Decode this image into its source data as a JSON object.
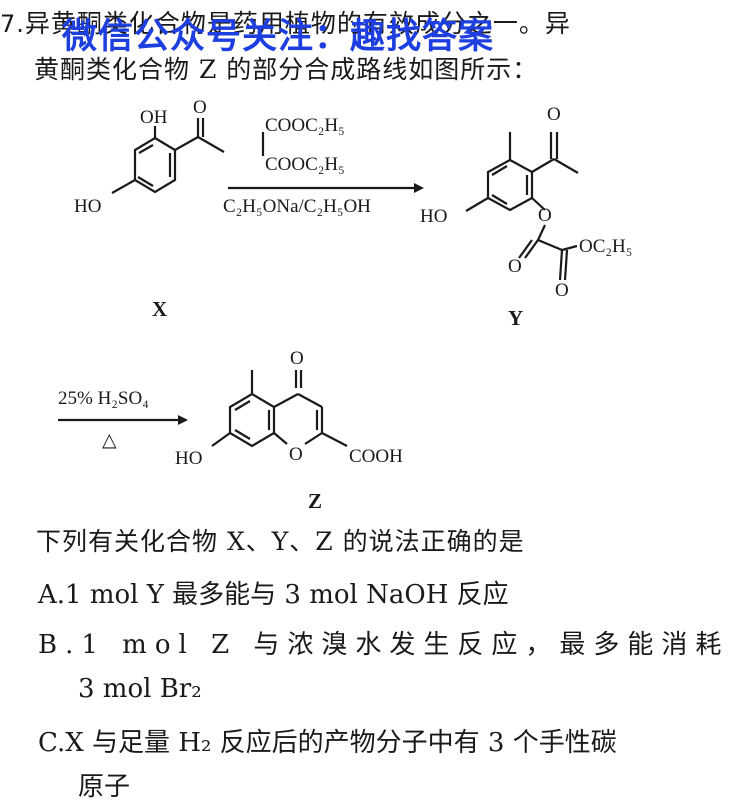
{
  "question": {
    "number": "7.",
    "intro_line1": "异黄酮类化合物是药用植物的有效成分之一。异",
    "intro_line2": "黄酮类化合物 Z 的部分合成路线如图所示：",
    "stem": "下列有关化合物 X、Y、Z 的说法正确的是"
  },
  "watermark": "微信公众号关注：趣找答案",
  "scheme": {
    "reagent1_a": "COOC₂H₅",
    "reagent1_b": "COOC₂H₅",
    "condition1": "C₂H₅ONa/C₂H₅OH",
    "condition2_top": "25% H₂SO₄",
    "condition2_bottom": "△",
    "label_x": "X",
    "label_y": "Y",
    "label_z": "Z",
    "x_oh": "OH",
    "x_o": "O",
    "x_ho": "HO",
    "y_ho": "HO",
    "y_o_top": "O",
    "y_o_ring": "O",
    "y_o_left": "O",
    "y_oc2h5": "OC₂H₅",
    "y_o_bottom": "O",
    "z_o_top": "O",
    "z_ho": "HO",
    "z_o_ring": "O",
    "z_cooh": "COOH"
  },
  "options": [
    {
      "letter": "A.",
      "text": "1 mol Y 最多能与 3 mol NaOH 反应"
    },
    {
      "letter": "B.",
      "text": "1 mol Z 与浓溴水发生反应，最多能消耗",
      "cont": "3 mol Br₂"
    },
    {
      "letter": "C.",
      "text": "X 与足量 H₂ 反应后的产物分子中有 3 个手性碳",
      "cont": "原子"
    }
  ]
}
